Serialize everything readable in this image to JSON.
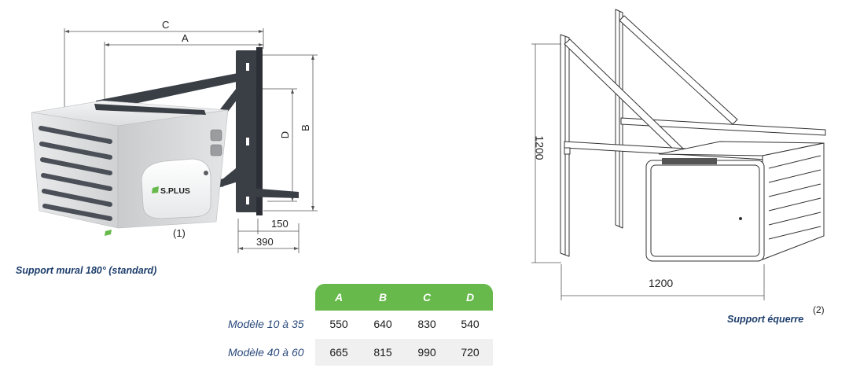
{
  "left_figure": {
    "dim_labels": {
      "c": "C",
      "a": "A",
      "d": "D",
      "b": "B",
      "w150": "150",
      "w390": "390"
    },
    "callout": "(1)",
    "brand": "S.PLUS",
    "caption": "Support mural 180° (standard)"
  },
  "right_figure": {
    "height_label": "1200",
    "width_label": "1200",
    "caption": "Support équerre",
    "callout": "(2)"
  },
  "table": {
    "headers": [
      "A",
      "B",
      "C",
      "D"
    ],
    "rows": [
      {
        "label": "Modèle 10 à 35",
        "values": [
          "550",
          "640",
          "830",
          "540"
        ]
      },
      {
        "label": "Modèle 40 à 60",
        "values": [
          "665",
          "815",
          "990",
          "720"
        ]
      }
    ]
  },
  "colors": {
    "header_green": "#66b94a",
    "caption_blue": "#1c3d6b",
    "label_blue": "#2b4a7c",
    "unit_grey": "#d9dadb",
    "bracket_grey": "#3a3f46"
  }
}
